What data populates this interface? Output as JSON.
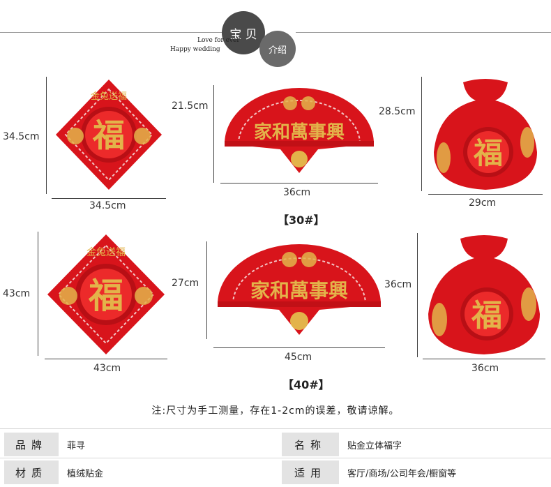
{
  "header": {
    "circle1": "宝 贝",
    "circle2": "介绍",
    "tagline1": "Love for ever",
    "tagline2": "Happy wedding"
  },
  "row30": {
    "label": "【30#】",
    "item1": {
      "height": "34.5cm",
      "width": "34.5cm"
    },
    "item2": {
      "height": "21.5cm",
      "width": "36cm"
    },
    "item3": {
      "height": "28.5cm",
      "width": "29cm"
    }
  },
  "row40": {
    "label": "【40#】",
    "item1": {
      "height": "43cm",
      "width": "43cm"
    },
    "item2": {
      "height": "27cm",
      "width": "45cm"
    },
    "item3": {
      "height": "36cm",
      "width": "36cm"
    }
  },
  "art": {
    "fu": "福",
    "diamond_top": "金兔送福",
    "fan_text": "家和萬事興"
  },
  "note": "注:尺寸为手工测量，存在1-2cm的误差，敬请谅解。",
  "specs": [
    {
      "k1": "品牌",
      "v1": "菲寻",
      "k2": "名称",
      "v2": "贴金立体福字"
    },
    {
      "k1": "材质",
      "v1": "植绒贴金",
      "k2": "适用",
      "v2": "客厅/商场/公司年会/橱窗等"
    }
  ],
  "colors": {
    "red": "#d8141b",
    "gold": "#e3b34a",
    "dark": "#4a4a4a"
  }
}
